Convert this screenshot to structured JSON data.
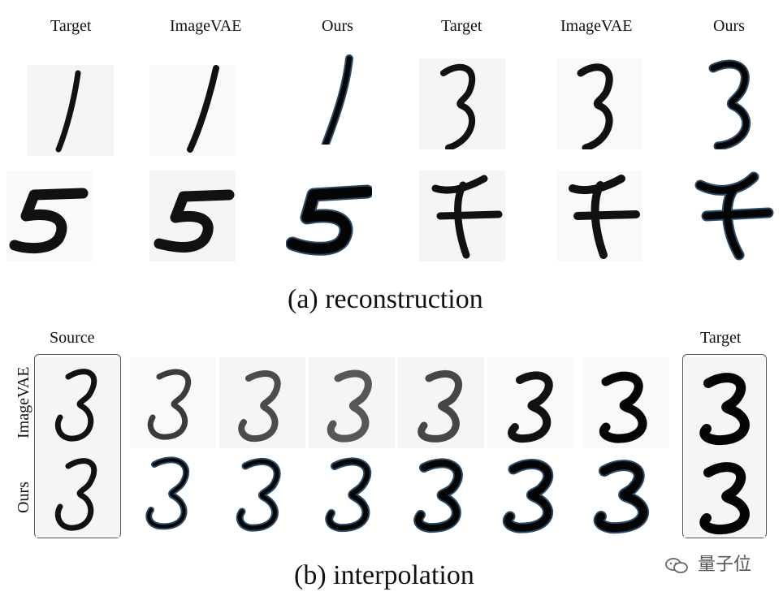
{
  "recon_headers": [
    "Target",
    "ImageVAE",
    "Ours",
    "Target",
    "ImageVAE",
    "Ours"
  ],
  "recon_caption": "(a) reconstruction",
  "interp_source_label": "Source",
  "interp_target_label": "Target",
  "interp_rows": [
    "ImageVAE",
    "Ours"
  ],
  "interp_caption": "(b) interpolation",
  "watermark": "量子位",
  "digits": {
    "recon_row1": [
      "1",
      "1",
      "1",
      "3",
      "3",
      "3"
    ],
    "recon_row2": [
      "5",
      "5",
      "5",
      "7",
      "7",
      "7"
    ],
    "interp_row1": [
      "3",
      "3",
      "3",
      "3",
      "3",
      "3",
      "3",
      "3"
    ],
    "interp_row2": [
      "3",
      "3",
      "3",
      "3",
      "3",
      "3",
      "3",
      "3"
    ]
  },
  "colors": {
    "stroke": "#0b0b0b",
    "outline": "#2b4a66",
    "frame": "#555555"
  }
}
